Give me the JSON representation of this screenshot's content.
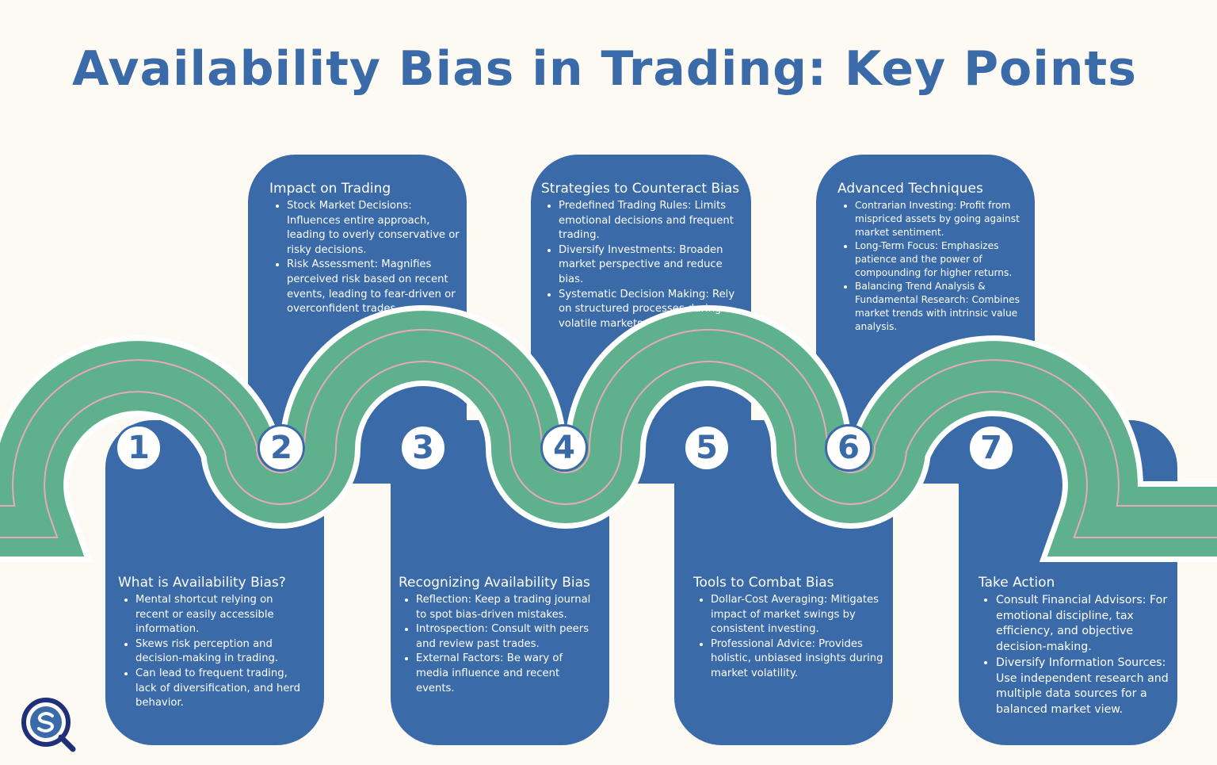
{
  "title": "Availability Bias in Trading: Key Points",
  "colors": {
    "card": "#3a6aa8",
    "road": "#5fb08d",
    "road_stripe": "#e8a9b6",
    "road_edge": "#ffffff",
    "background": "#fdfaf3",
    "title": "#3a6aa8"
  },
  "steps": [
    {
      "number": "1",
      "heading": "What is Availability Bias?",
      "points": [
        "Mental shortcut relying on recent or easily accessible information.",
        "Skews risk perception and decision-making in trading.",
        "Can lead to frequent trading, lack of diversification, and herd behavior."
      ]
    },
    {
      "number": "2",
      "heading": "Impact on Trading",
      "points": [
        "Stock Market Decisions: Influences entire approach, leading to overly conservative or risky decisions.",
        "Risk Assessment: Magnifies perceived risk based on recent events, leading to fear-driven or overconfident trades."
      ]
    },
    {
      "number": "3",
      "heading": "Recognizing Availability Bias",
      "points": [
        "Reflection: Keep a trading journal to spot bias-driven mistakes.",
        "Introspection: Consult with peers and review past trades.",
        "External Factors: Be wary of media influence and recent events."
      ]
    },
    {
      "number": "4",
      "heading": "Strategies to Counteract Bias",
      "points": [
        "Predefined Trading Rules: Limits emotional decisions and frequent trading.",
        "Diversify Investments: Broaden market perspective and reduce bias.",
        "Systematic Decision Making: Rely on structured processes during volatile markets."
      ]
    },
    {
      "number": "5",
      "heading": "Tools to Combat Bias",
      "points": [
        "Dollar-Cost Averaging: Mitigates impact of market swings by consistent investing.",
        "Professional Advice: Provides holistic, unbiased insights during market volatility."
      ]
    },
    {
      "number": "6",
      "heading": "Advanced Techniques",
      "points": [
        "Contrarian Investing: Profit from mispriced assets by going against market sentiment.",
        "Long-Term Focus: Emphasizes patience and the power of compounding for higher returns.",
        "Balancing Trend Analysis & Fundamental Research: Combines market trends with intrinsic value analysis."
      ]
    },
    {
      "number": "7",
      "heading": "Take Action",
      "points": [
        "Consult Financial Advisors: For emotional discipline, tax efficiency, and objective decision-making.",
        "Diversify Information Sources: Use independent research and multiple data sources for a balanced market view."
      ]
    }
  ],
  "logo": {
    "icon": "search-q-logo-icon"
  }
}
